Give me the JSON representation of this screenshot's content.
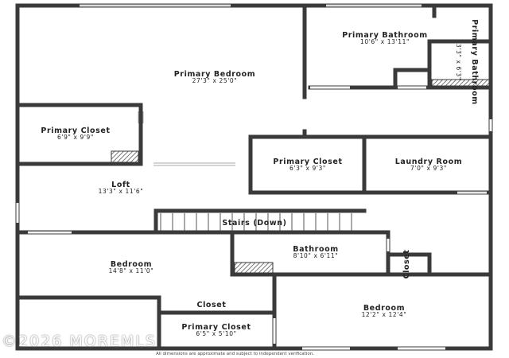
{
  "rooms": {
    "primary_bedroom": {
      "name": "Primary Bedroom",
      "dims": "27'3\" x 25'0\""
    },
    "primary_bathroom": {
      "name": "Primary Bathroom",
      "dims": "10'6\" x 13'11\""
    },
    "primary_bathroom_small": {
      "name": "Primary Bathroom",
      "dims": "3'3\" x 6'3\""
    },
    "primary_closet_left": {
      "name": "Primary Closet",
      "dims": "6'9\" x 9'9\""
    },
    "primary_closet_center": {
      "name": "Primary Closet",
      "dims": "6'3\" x 9'3\""
    },
    "laundry_room": {
      "name": "Laundry Room",
      "dims": "7'0\" x 9'3\""
    },
    "loft": {
      "name": "Loft",
      "dims": "13'3\" x 11'6\""
    },
    "stairs": {
      "name": "Stairs (Down)"
    },
    "bedroom_left": {
      "name": "Bedroom",
      "dims": "14'8\" x 11'0\""
    },
    "bathroom": {
      "name": "Bathroom",
      "dims": "8'10\" x 6'11\""
    },
    "closet_vertical": {
      "name": "Closet"
    },
    "closet_bottom": {
      "name": "Closet"
    },
    "primary_closet_bottom": {
      "name": "Primary Closet",
      "dims": "6'5\" x 5'10\""
    },
    "bedroom_right": {
      "name": "Bedroom",
      "dims": "12'2\" x 12'4\""
    }
  },
  "watermark": "©2026 MOREMLS",
  "disclaimer": "All dimensions are approximate and subject to independent verification.",
  "colors": {
    "wall": "#3a3a3a",
    "background": "#ffffff"
  }
}
